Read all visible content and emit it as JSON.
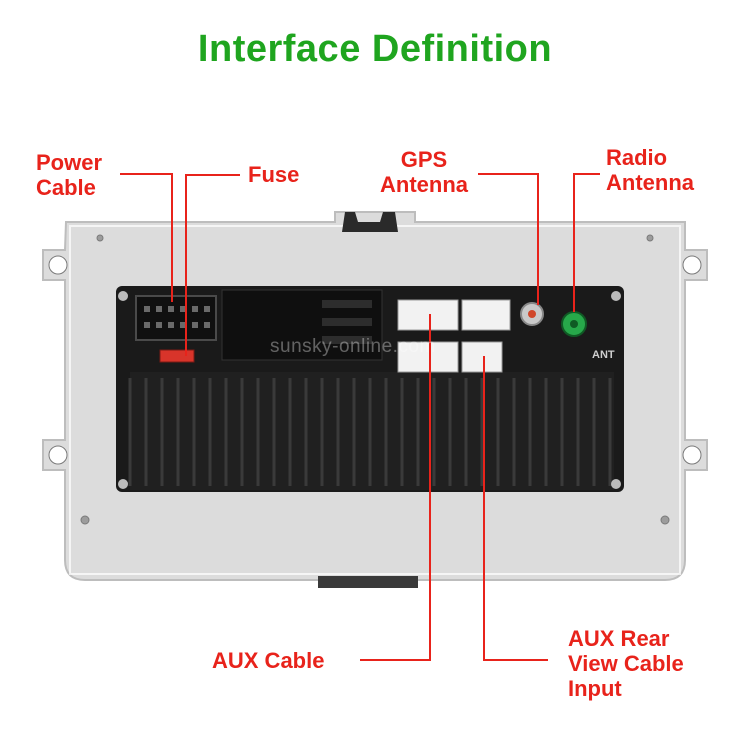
{
  "title": "Interface Definition",
  "labels": {
    "power_cable": [
      "Power",
      "Cable"
    ],
    "fuse": "Fuse",
    "gps_antenna": [
      "GPS",
      "Antenna"
    ],
    "radio_antenna": [
      "Radio",
      "Antenna"
    ],
    "aux_cable": "AUX Cable",
    "aux_rear_view": [
      "AUX Rear",
      "View Cable",
      "Input"
    ]
  },
  "panel_marking": "ANT",
  "watermark": "sunsky-online.com",
  "colors": {
    "title": "#1fa51f",
    "label": "#e8231b",
    "leader": "#e8231b",
    "panel": "#dcdcdc",
    "unit": "#1a1a1a",
    "radio_socket": "#27a84a"
  }
}
